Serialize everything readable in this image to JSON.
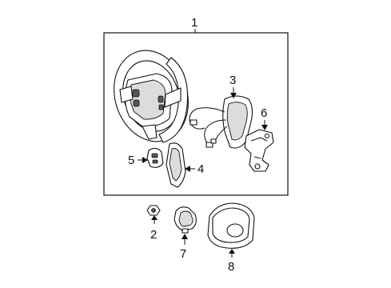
{
  "diagram": {
    "callouts": {
      "c1": "1",
      "c2": "2",
      "c3": "3",
      "c4": "4",
      "c5": "5",
      "c6": "6",
      "c7": "7",
      "c8": "8"
    },
    "colors": {
      "line": "#111111",
      "background": "#ffffff",
      "shade": "#dcdcdc"
    }
  }
}
